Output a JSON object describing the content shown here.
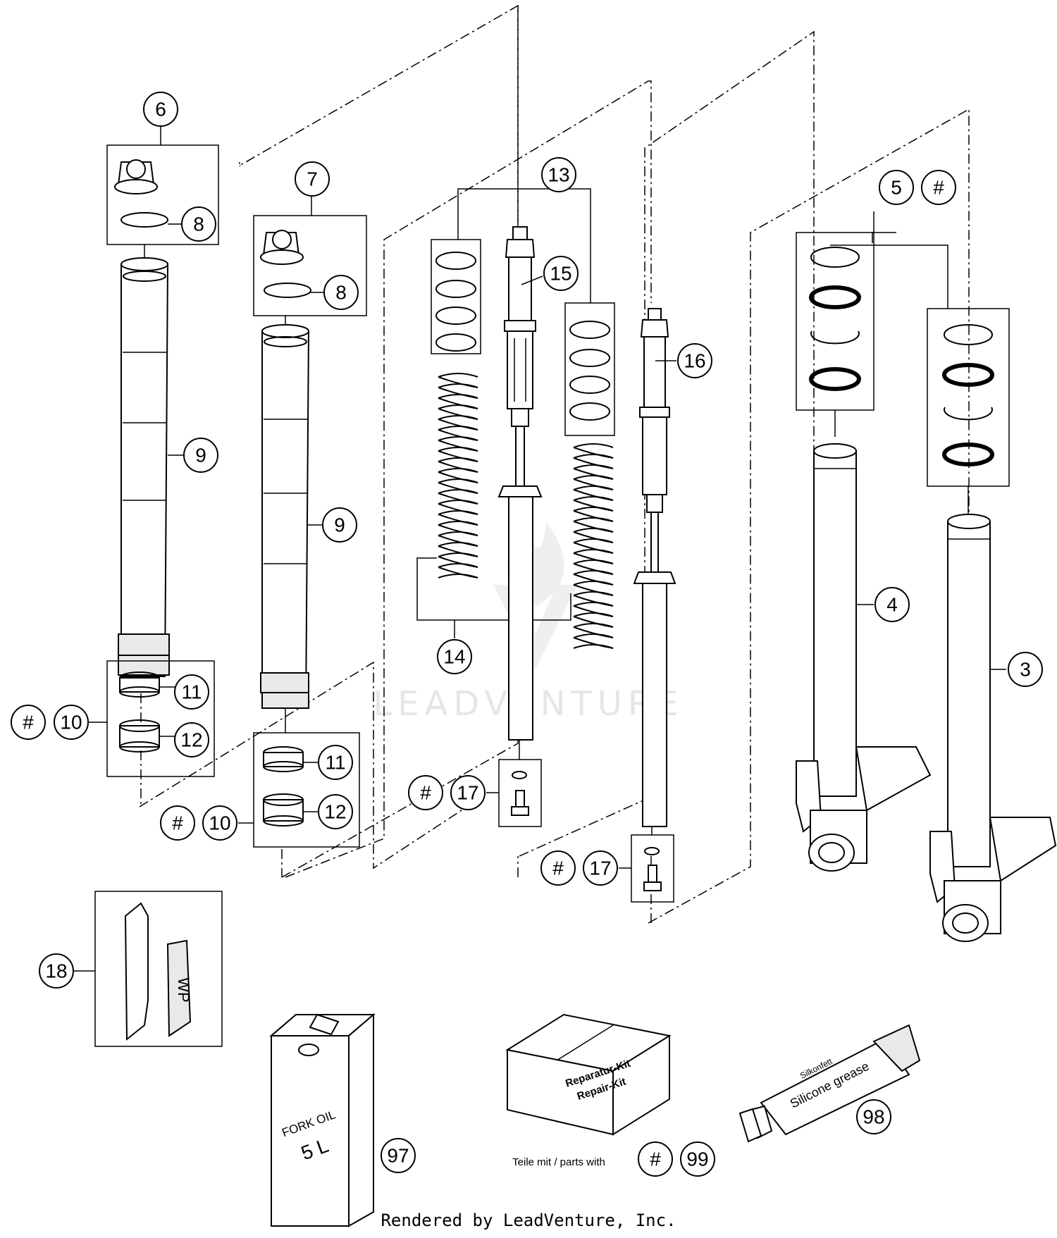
{
  "watermark": {
    "text": "LEADVENTURE"
  },
  "parts_note": "Teile mit / parts with",
  "footer_credit": "Rendered by LeadVenture, Inc.",
  "oil_can": {
    "line1": "FORK OIL",
    "line2": "5 L"
  },
  "repair_kit": {
    "line1": "Reparatur-Kit",
    "line2": "Repair-Kit"
  },
  "grease_tube": {
    "line1": "Silicone grease",
    "line2": "Silkonfett"
  },
  "callouts": {
    "c6": "6",
    "c7": "7",
    "c8a": "8",
    "c8b": "8",
    "c9a": "9",
    "c9b": "9",
    "c10a": "10",
    "c10b": "10",
    "c11a": "11",
    "c11b": "11",
    "c12a": "12",
    "c12b": "12",
    "c13": "13",
    "c14": "14",
    "c15": "15",
    "c16": "16",
    "c17a": "17",
    "c17b": "17",
    "c5": "5",
    "c4": "4",
    "c3": "3",
    "c18": "18",
    "c97": "97",
    "c98": "98",
    "c99": "99",
    "hash_5": "#",
    "hash_10a": "#",
    "hash_10b": "#",
    "hash_17a": "#",
    "hash_17b": "#",
    "hash_99": "#"
  }
}
